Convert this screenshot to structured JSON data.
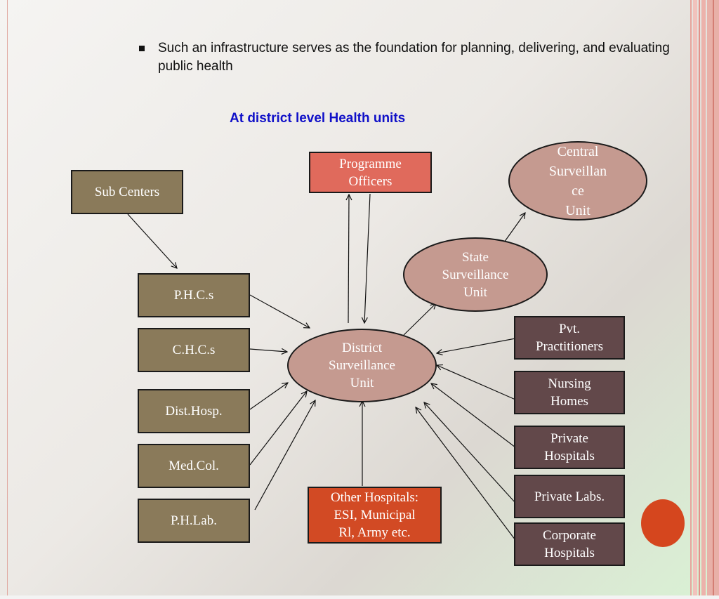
{
  "bullet": "Such an infrastructure serves as the foundation for planning, delivering, and evaluating public health",
  "title": "At district level Health units",
  "nodes": {
    "sub_centers": "Sub Centers",
    "programme_officers": "Programme\nOfficers",
    "central_unit": "Central\nSurveillan\nce\nUnit",
    "state_unit": "State\nSurveillance\nUnit",
    "phcs": "P.H.C.s",
    "chcs": "C.H.C.s",
    "dist_hosp": "Dist.Hosp.",
    "med_col": "Med.Col.",
    "ph_lab": "P.H.Lab.",
    "district_unit": "District\nSurveillance\nUnit",
    "other_hospitals": "Other Hospitals:\nESI, Municipal\nRl, Army etc.",
    "pvt_practitioners": "Pvt.\nPractitioners",
    "nursing_homes": "Nursing\nHomes",
    "private_hospitals": "Private\nHospitals",
    "private_labs": "Private Labs.",
    "corporate_hospitals": "Corporate\nHospitals"
  },
  "colors": {
    "olive_box": "#8a7a5a",
    "dark_box": "#62484a",
    "salmon_box": "#e06a5c",
    "red_box": "#d24a24",
    "ellipse": "#c59a90",
    "title_blue": "#1010c8",
    "accent_circle": "#d5461e"
  }
}
